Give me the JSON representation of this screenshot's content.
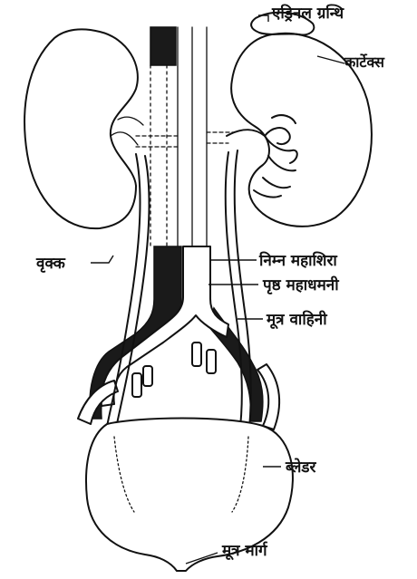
{
  "labels": {
    "adrenal_gland": "एड्रिनल ग्रन्थि",
    "cortex": "कार्टेक्स",
    "kidney": "वृक्क",
    "inferior_vena_cava": "निम्न महाशिरा",
    "dorsal_aorta": "पृष्ठ महाधमनी",
    "ureter": "मूत्र वाहिनी",
    "bladder": "ब्लेडर",
    "urethra": "मूत्र मार्ग"
  },
  "colors": {
    "ink": "#111111",
    "background": "#ffffff",
    "vein_fill": "#1a1a1a"
  }
}
